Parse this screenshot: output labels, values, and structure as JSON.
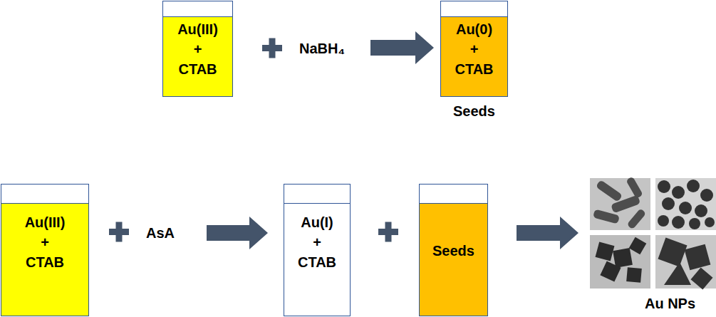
{
  "diagram": {
    "nodes": [
      {
        "text": [
          "Au(III) + CTAB"
        ]
      },
      {
        "text": [
          "Au(0) + CTAB",
          "Seeds"
        ]
      },
      {
        "text": [
          "Au(III) + CTAB"
        ]
      },
      {
        "text": [
          "Au(I) + CTAB"
        ]
      },
      {
        "text": [
          "Seeds"
        ]
      },
      {
        "text": [
          "Au NPs"
        ]
      }
    ],
    "edges": [
      {
        "from": 4,
        "to": 5,
        "arrow": "to"
      }
    ],
    "labels": [
      "NaBH₄",
      "AsA"
    ]
  }
}
